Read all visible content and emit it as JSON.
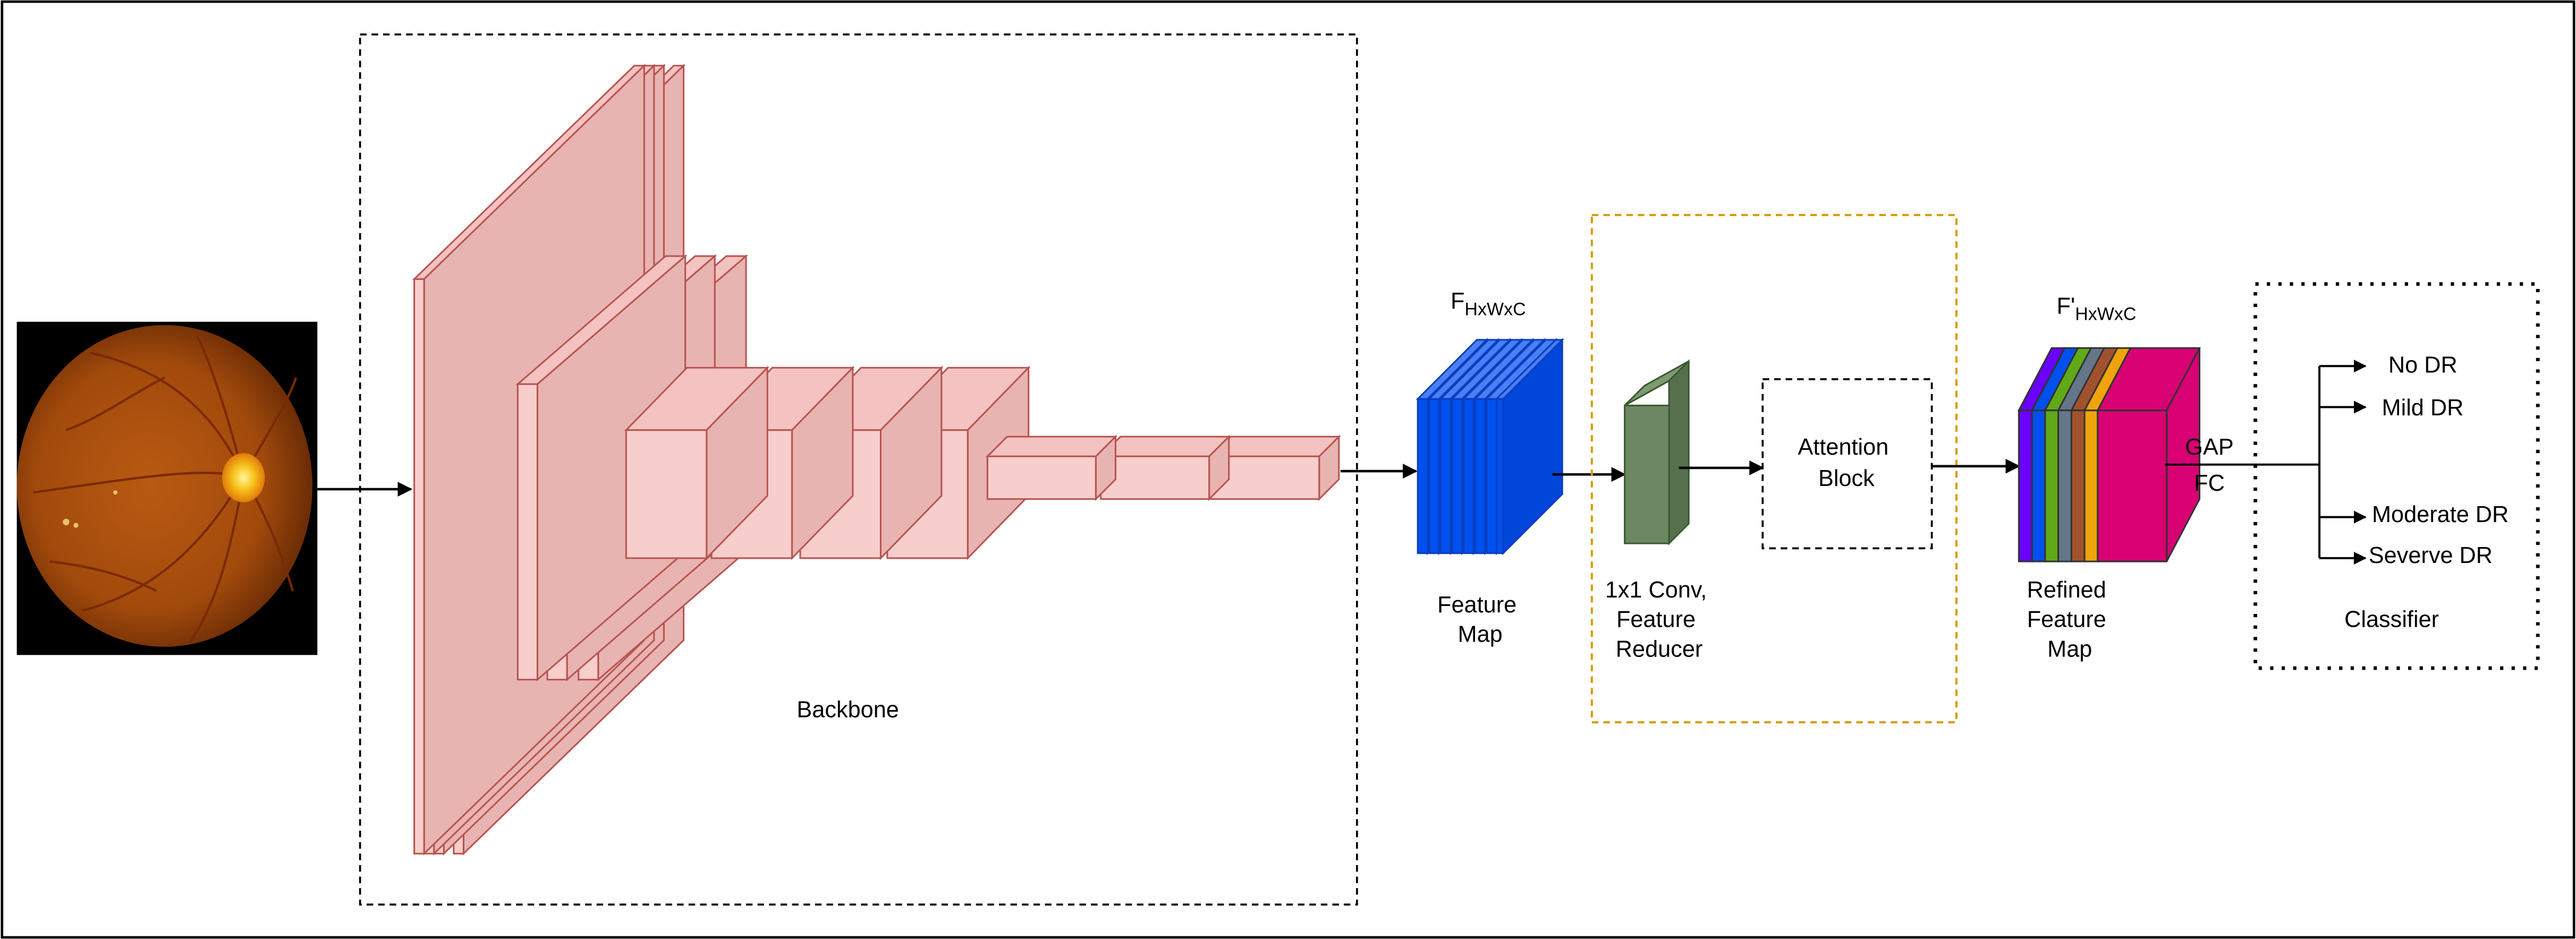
{
  "diagram": {
    "backbone_label": "Backbone",
    "feature_map_symbol": {
      "base": "F",
      "subscript": "HxWxC"
    },
    "feature_map_label": [
      "Feature",
      "Map"
    ],
    "conv_label": [
      "1x1 Conv,",
      "Feature",
      "Reducer"
    ],
    "attention_label": [
      "Attention",
      "Block"
    ],
    "refined_symbol": {
      "base": "F'",
      "subscript": "HxWxC"
    },
    "refined_label": [
      "Refined",
      "Feature",
      "Map"
    ],
    "pooling_labels": [
      "GAP",
      "FC"
    ],
    "classifier_label": "Classifier",
    "classes": [
      "No DR",
      "Mild DR",
      "Moderate DR",
      "Severve DR"
    ]
  },
  "colors": {
    "backbone_face": "#f8cecc",
    "backbone_stroke": "#b85450",
    "feature_map": "#0050ef",
    "conv": "#6d8764",
    "attention_box_border": "#d79b00",
    "refined_layers": [
      "#6a00ff",
      "#0050ef",
      "#60a917",
      "#647687",
      "#a0522d",
      "#f0a30a",
      "#d80073"
    ]
  }
}
